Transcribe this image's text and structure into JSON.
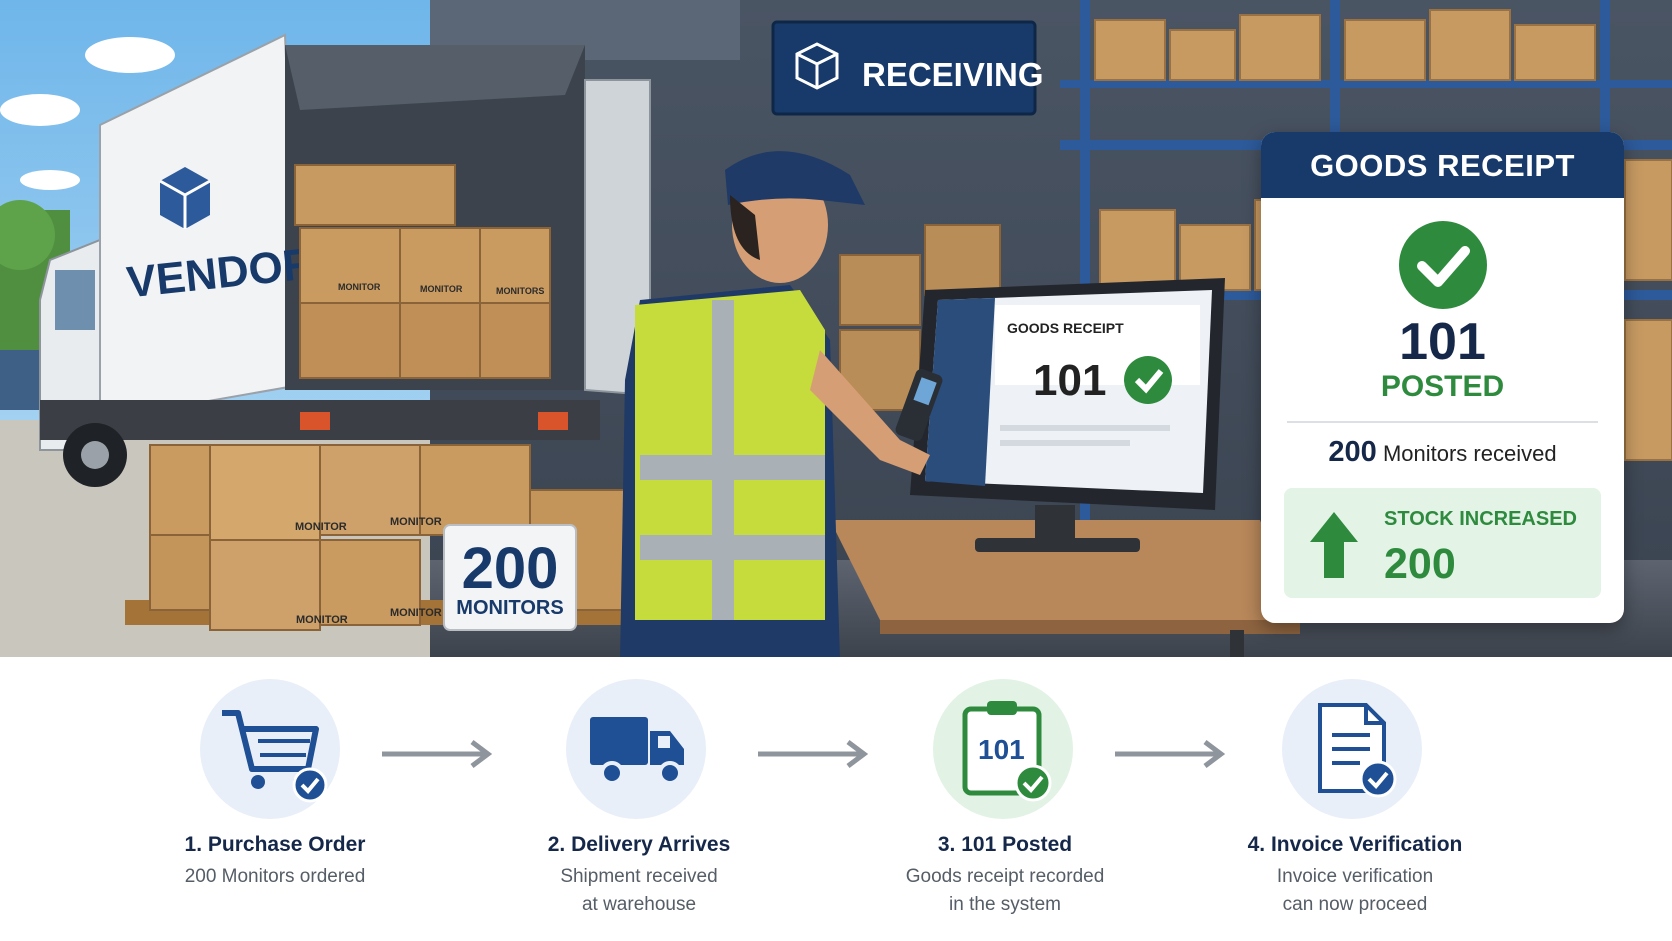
{
  "scene": {
    "sign_receiving": "RECEIVING",
    "truck_brand": "VENDOR",
    "box_label": "MONITOR",
    "box_label_plural": "MONITORS",
    "pallet_count": "200",
    "pallet_unit": "MONITORS",
    "screen_title": "GOODS RECEIPT",
    "screen_number": "101"
  },
  "goods_receipt": {
    "title": "GOODS RECEIPT",
    "movement_type": "101",
    "status": "POSTED",
    "received_qty": "200",
    "received_text": "Monitors received",
    "stock_label": "STOCK INCREASED",
    "stock_value": "200"
  },
  "steps": [
    {
      "title": "1.  Purchase Order",
      "desc1": "200 Monitors ordered",
      "desc2": "",
      "icon": "cart-check-icon"
    },
    {
      "title": "2.  Delivery Arrives",
      "desc1": "Shipment received",
      "desc2": "at warehouse",
      "icon": "truck-icon"
    },
    {
      "title": "3.  101 Posted",
      "desc1": "Goods receipt recorded",
      "desc2": "in the system",
      "icon": "clipboard-check-icon",
      "badge": "101"
    },
    {
      "title": "4.  Invoice Verification",
      "desc1": "Invoice verification",
      "desc2": "can now proceed",
      "icon": "document-check-icon"
    }
  ],
  "colors": {
    "navy": "#173a6a",
    "green": "#2e8b3e",
    "step_circle_blue": "#e8eff8",
    "step_circle_green": "#e2f2e5"
  }
}
